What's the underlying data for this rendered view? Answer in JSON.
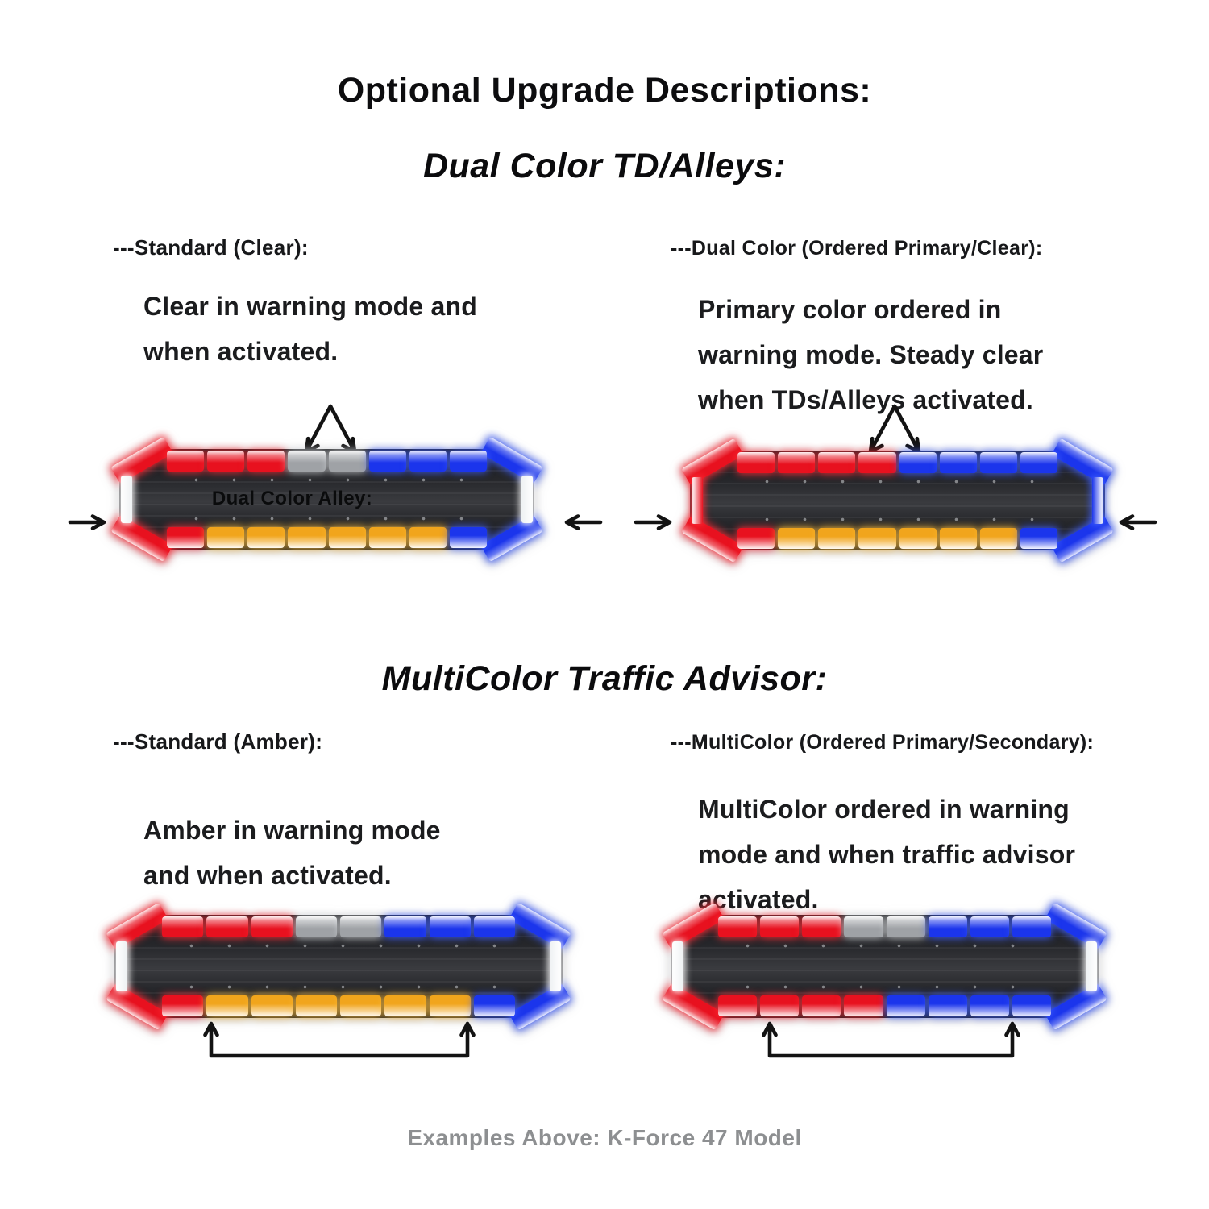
{
  "title": "Optional Upgrade Descriptions:",
  "footer": "Examples Above: K-Force 47 Model",
  "sections": [
    {
      "heading": "Dual Color TD/Alleys:",
      "left": {
        "label": "---Standard (Clear):",
        "description": "Clear in warning mode and\nwhen activated."
      },
      "right": {
        "label": "---Dual Color (Ordered Primary/Clear):",
        "description": "Primary color ordered in\nwarning mode. Steady clear\nwhen TDs/Alleys activated."
      }
    },
    {
      "heading": "MultiColor Traffic Advisor:",
      "left": {
        "label": "---Standard (Amber):",
        "description": "Amber in warning mode\nand when activated."
      },
      "right": {
        "label": "---MultiColor (Ordered Primary/Secondary):",
        "description": "MultiColor ordered in warning\nmode and when traffic advisor\nactivated."
      }
    }
  ],
  "colors": {
    "red": {
      "base": "#e8111f",
      "glow": "rgba(255,45,55,0.9)"
    },
    "blue": {
      "base": "#1b35ec",
      "glow": "rgba(64,96,255,0.9)"
    },
    "amber": {
      "base": "#f1a51c",
      "glow": "rgba(255,190,60,0.9)"
    },
    "clear": {
      "base": "#9fa2a6",
      "glow": "rgba(235,238,240,0.75)"
    },
    "white": {
      "base": "#eef1f3",
      "glow": "rgba(255,255,255,0.95)"
    },
    "body": "#232428"
  },
  "lightbars": [
    {
      "name": "standard-clear-td-alleys",
      "label": "Dual Color Alley:",
      "top": [
        "red",
        "red",
        "red",
        "clear",
        "clear",
        "blue",
        "blue",
        "blue"
      ],
      "bottom": [
        "red",
        "amber",
        "amber",
        "amber",
        "amber",
        "amber",
        "amber",
        "blue"
      ],
      "corners": {
        "tl": "red",
        "tr": "blue",
        "bl": "red",
        "br": "blue"
      },
      "ends": {
        "left": "white",
        "right": "white"
      }
    },
    {
      "name": "dual-color-ordered-primary-clear",
      "label": "",
      "top": [
        "red",
        "red",
        "red",
        "red",
        "blue",
        "blue",
        "blue",
        "blue"
      ],
      "bottom": [
        "red",
        "amber",
        "amber",
        "amber",
        "amber",
        "amber",
        "amber",
        "blue"
      ],
      "corners": {
        "tl": "red",
        "tr": "blue",
        "bl": "red",
        "br": "blue"
      },
      "ends": {
        "left": "red",
        "right": "blue"
      }
    },
    {
      "name": "standard-amber-traffic-advisor",
      "label": "",
      "top": [
        "red",
        "red",
        "red",
        "clear",
        "clear",
        "blue",
        "blue",
        "blue"
      ],
      "bottom": [
        "red",
        "amber",
        "amber",
        "amber",
        "amber",
        "amber",
        "amber",
        "blue"
      ],
      "corners": {
        "tl": "red",
        "tr": "blue",
        "bl": "red",
        "br": "blue"
      },
      "ends": {
        "left": "white",
        "right": "white"
      }
    },
    {
      "name": "multicolor-traffic-advisor",
      "label": "",
      "top": [
        "red",
        "red",
        "red",
        "clear",
        "clear",
        "blue",
        "blue",
        "blue"
      ],
      "bottom": [
        "red",
        "red",
        "red",
        "red",
        "blue",
        "blue",
        "blue",
        "blue"
      ],
      "corners": {
        "tl": "red",
        "tr": "blue",
        "bl": "red",
        "br": "blue"
      },
      "ends": {
        "left": "white",
        "right": "white"
      }
    }
  ]
}
